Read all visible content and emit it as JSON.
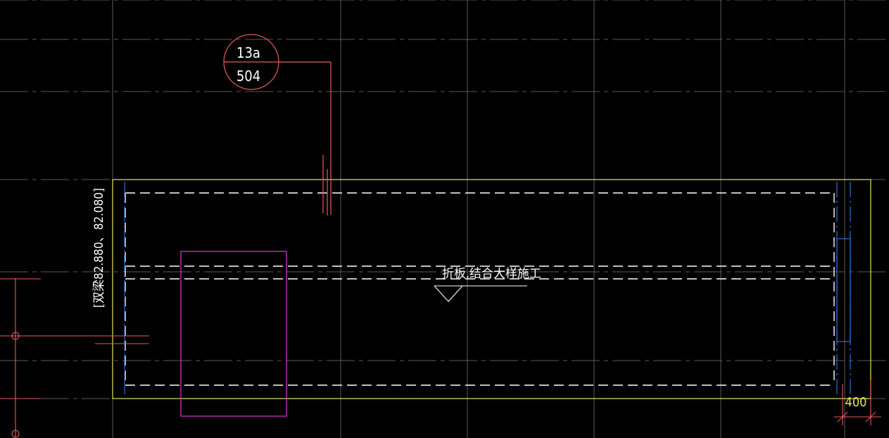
{
  "colors": {
    "background": "#000000",
    "grid": "#5a5a5a",
    "slab_outline": "#e6e65a",
    "dashed_rebar": "#ffffff",
    "axis_blue": "#2f6fd6",
    "detail_red": "#e85a5a",
    "opening_magenta": "#cc33cc",
    "dimension_text": "#e6e65a"
  },
  "detail_callout": {
    "number": "13a",
    "sheet": "504"
  },
  "labels": {
    "elevation_tag": "[双梁82.880、82.080]",
    "construction_note": "折板,结合大样施工",
    "dimension": "400"
  }
}
